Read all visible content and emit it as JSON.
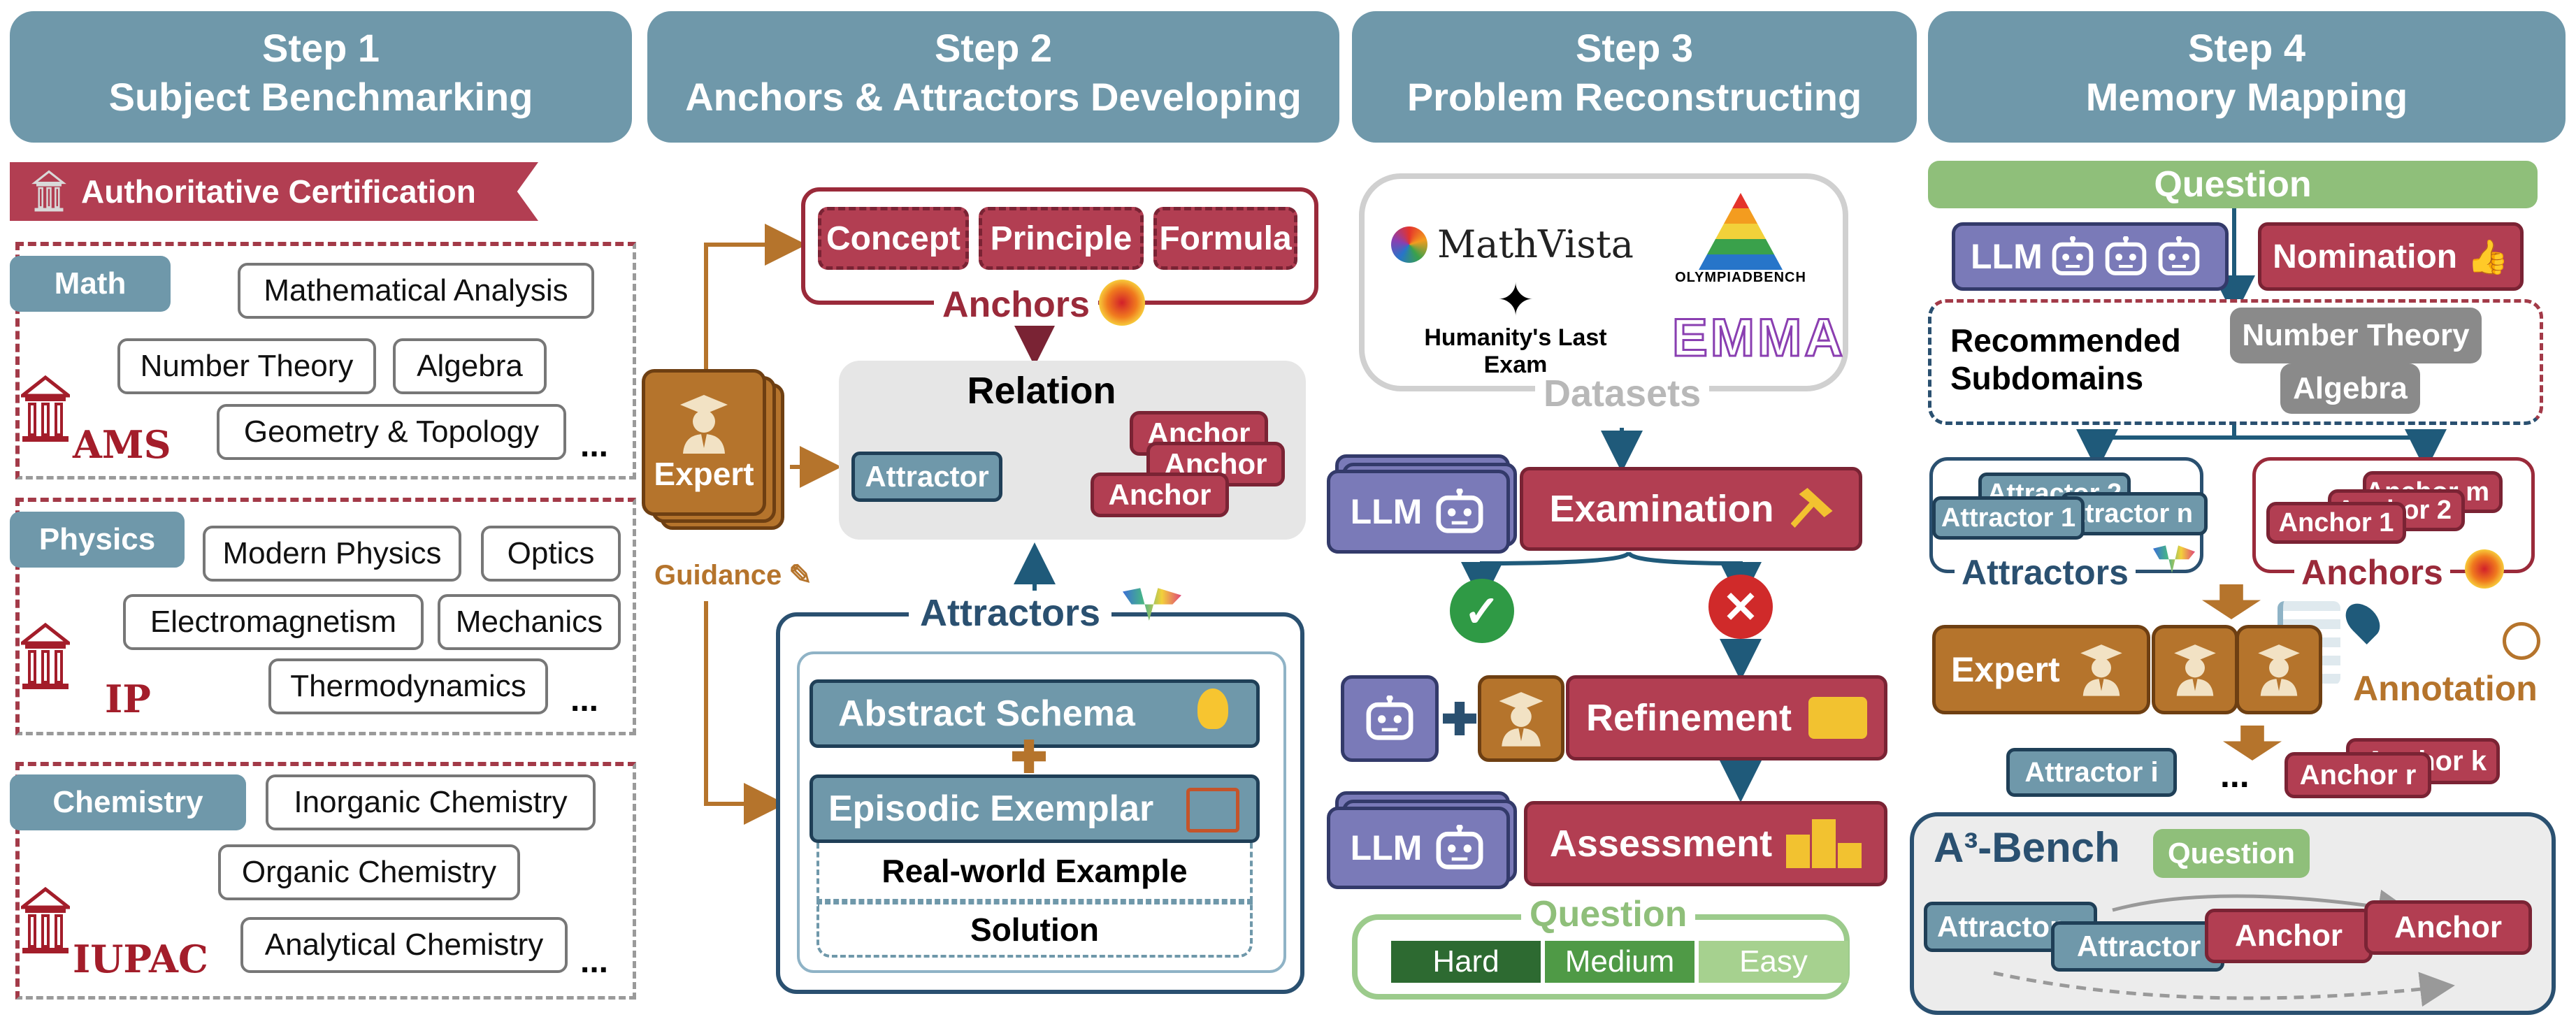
{
  "steps": [
    {
      "label": "Step 1",
      "title": "Subject Benchmarking"
    },
    {
      "label": "Step 2",
      "title": "Anchors & Attractors Developing"
    },
    {
      "label": "Step 3",
      "title": "Problem Reconstructing"
    },
    {
      "label": "Step 4",
      "title": "Memory Mapping"
    }
  ],
  "step1": {
    "certification": "Authoritative Certification",
    "groups": [
      {
        "subject": "Math",
        "org": "AMS",
        "more": "...",
        "topics": [
          "Mathematical Analysis",
          "Number Theory",
          "Algebra",
          "Geometry & Topology"
        ]
      },
      {
        "subject": "Physics",
        "org": "IP",
        "more": "...",
        "topics": [
          "Modern Physics",
          "Optics",
          "Electromagnetism",
          "Mechanics",
          "Thermodynamics"
        ]
      },
      {
        "subject": "Chemistry",
        "org": "IUPAC",
        "more": "...",
        "topics": [
          "Inorganic Chemistry",
          "Organic Chemistry",
          "Analytical Chemistry"
        ]
      }
    ]
  },
  "step2": {
    "anchor_items": [
      "Concept",
      "Principle",
      "Formula"
    ],
    "anchors_label": "Anchors",
    "relation_title": "Relation",
    "relation_attractor": "Attractor",
    "relation_anchors": [
      "Anchor",
      "Anchor",
      "Anchor"
    ],
    "expert": "Expert",
    "guidance": "Guidance",
    "attractors_label": "Attractors",
    "abstract_schema": "Abstract Schema",
    "episodic_exemplar": "Episodic Exemplar",
    "real_world_example": "Real-world Example",
    "solution": "Solution"
  },
  "step3": {
    "datasets": [
      "MathVista",
      "OlympiadBench",
      "Humanity's Last Exam",
      "EMMA"
    ],
    "datasets_label": "Datasets",
    "llm": "LLM",
    "examination": "Examination",
    "refinement": "Refinement",
    "assessment": "Assessment",
    "question_label": "Question",
    "difficulty": [
      "Hard",
      "Medium",
      "Easy"
    ]
  },
  "step4": {
    "question": "Question",
    "llm": "LLM",
    "nomination": "Nomination",
    "recommended": "Recommended Subdomains",
    "subdomains": [
      "Number Theory",
      "Algebra"
    ],
    "attractor_cards": [
      "Attractor 2",
      "Attractor 1",
      "Attractor n"
    ],
    "attractors_label": "Attractors",
    "anchor_cards": [
      "Anchor m",
      "Anchor 2",
      "Anchor 1"
    ],
    "anchors_label": "Anchors",
    "expert": "Expert",
    "annotation": "Annotation",
    "attractor_i": "Attractor i",
    "ellipsis": "...",
    "anchor_k": "Anchor k",
    "anchor_r": "Anchor r",
    "bench_title": "A³-Bench",
    "bench_question": "Question",
    "bench_attractors": [
      "Attractor",
      "Attractor"
    ],
    "bench_anchors": [
      "Anchor",
      "Anchor"
    ]
  },
  "colors": {
    "steel_blue": "#6f98aa",
    "crimson": "#b23e52",
    "bronze": "#b5742c",
    "violet": "#7a7ab8",
    "green": "#8fbf7a"
  }
}
